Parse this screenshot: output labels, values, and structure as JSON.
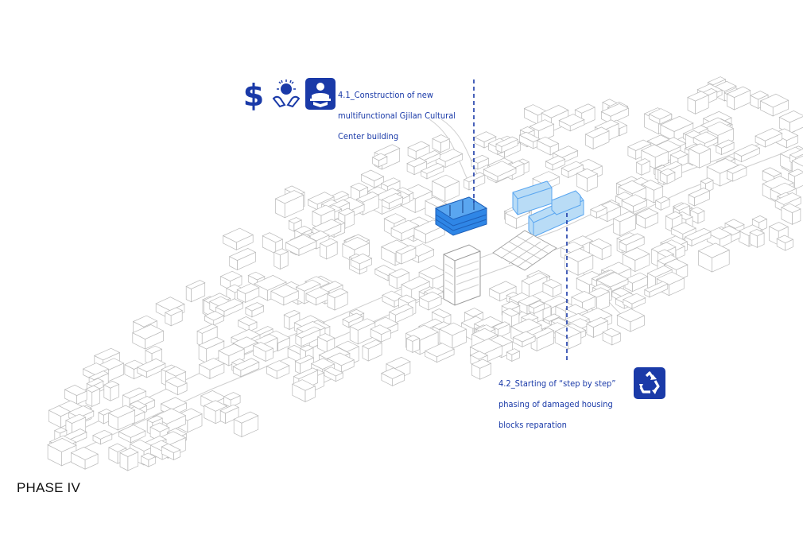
{
  "annotations": {
    "a41": {
      "line1": "4.1_Construction of new",
      "line2": "multifunctional Gjilan Cultural",
      "line3": "Center building"
    },
    "a42": {
      "line1": "4.2_Starting of “step by step”",
      "line2": "phasing of damaged housing",
      "line3": "blocks reparation"
    }
  },
  "phase_label": "PHASE IV",
  "icons": {
    "funding": "dollar-sign-icon",
    "community": "hands-sun-icon",
    "education": "reading-person-icon",
    "recycle": "recycle-icon"
  },
  "colors": {
    "accent": "#1a3aa8",
    "highlight_dark": "#2f86e6",
    "highlight_light": "#b9dcf6",
    "building_stroke": "#b9b9b9"
  }
}
